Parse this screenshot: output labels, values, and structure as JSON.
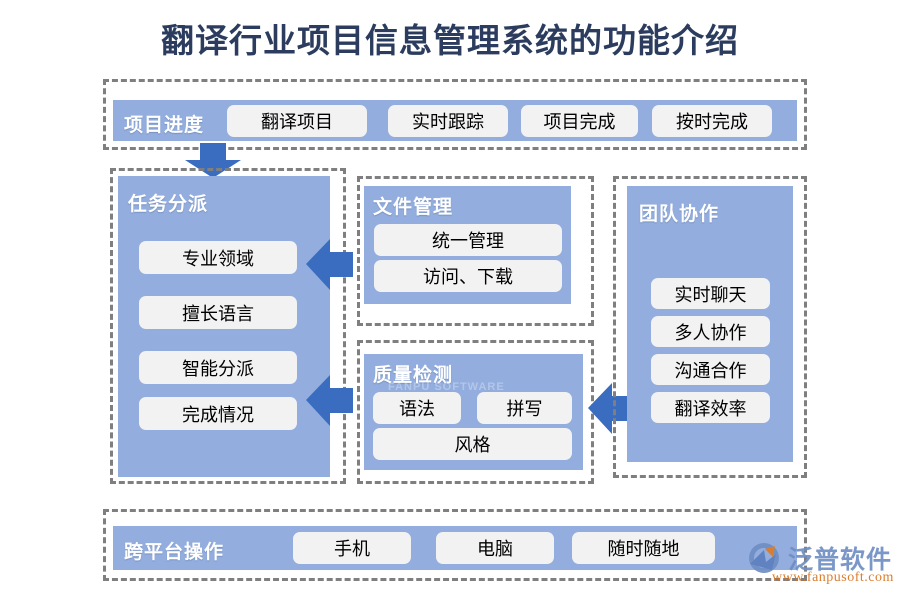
{
  "title": "翻译行业项目信息管理系统的功能介绍",
  "colors": {
    "title_text": "#2b3c5e",
    "panel_blue": "#93aede",
    "pill_grey": "#f2f2f2",
    "dashed_border": "#7f7f7f",
    "arrow_blue": "#3a6cc0",
    "watermark_blue": "#6f8fc4",
    "watermark_orange": "#d9721c"
  },
  "sections": {
    "progress": {
      "label": "项目进度",
      "items": [
        "翻译项目",
        "实时跟踪",
        "项目完成",
        "按时完成"
      ]
    },
    "task_assignment": {
      "label": "任务分派",
      "items": [
        "专业领域",
        "擅长语言",
        "智能分派",
        "完成情况"
      ]
    },
    "file_management": {
      "label": "文件管理",
      "items": [
        "统一管理",
        "访问、下载"
      ]
    },
    "quality_check": {
      "label": "质量检测",
      "items": [
        "语法",
        "拼写",
        "风格"
      ]
    },
    "team_collaboration": {
      "label": "团队协作",
      "items": [
        "实时聊天",
        "多人协作",
        "沟通合作",
        "翻译效率"
      ]
    },
    "cross_platform": {
      "label": "跨平台操作",
      "items": [
        "手机",
        "电脑",
        "随时随地"
      ]
    }
  },
  "arrows": [
    {
      "name": "progress-to-task",
      "direction": "down"
    },
    {
      "name": "file-to-task",
      "direction": "left"
    },
    {
      "name": "quality-to-task",
      "direction": "left"
    },
    {
      "name": "team-to-quality",
      "direction": "left"
    }
  ],
  "watermark": {
    "brand": "泛普软件",
    "url": "www.fanpusoft.com",
    "faint": "FANPU SOFTWARE"
  }
}
